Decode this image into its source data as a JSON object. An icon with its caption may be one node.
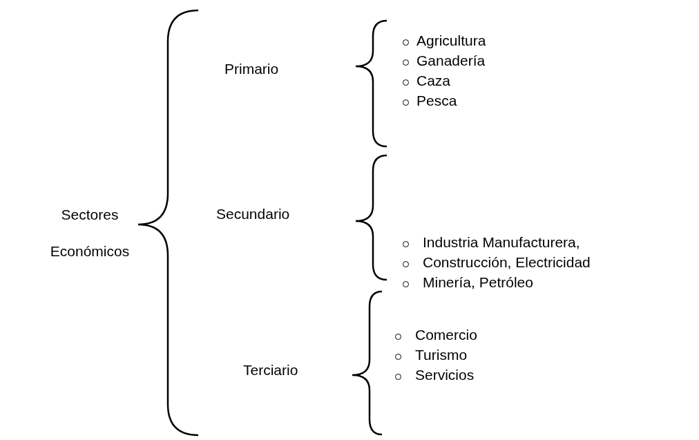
{
  "diagram": {
    "labels": [
      "Sectores Económicos",
      "Primario",
      "Agricultura",
      "Ganadería",
      "Caza",
      "Pesca",
      "Secundario",
      "Industria Manufacturera,",
      "Construcción, Electricidad",
      "Minería, Petróleo",
      "Terciario",
      "Comercio",
      "Turismo",
      "Servicios"
    ]
  }
}
